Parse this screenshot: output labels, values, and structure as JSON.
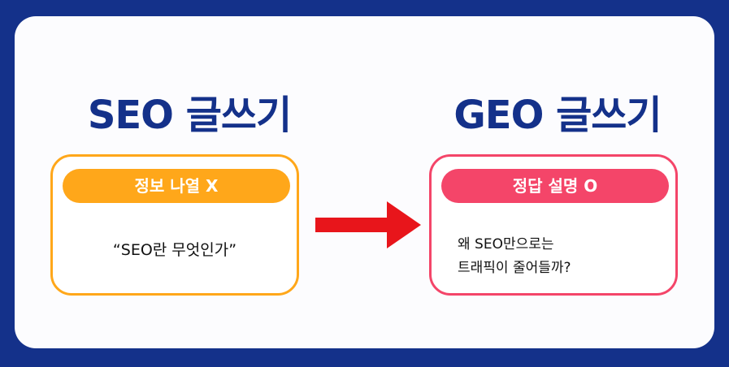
{
  "left": {
    "title": "SEO 글쓰기",
    "badge": "정보 나열 X",
    "text": "“SEO란 무엇인가”"
  },
  "right": {
    "title": "GEO 글쓰기",
    "badge": "정답 설명 O",
    "text_line1": "왜 SEO만으로는",
    "text_line2": "트래픽이 줄어들까?"
  },
  "colors": {
    "background": "#14318a",
    "left_accent": "#ffa71a",
    "right_accent": "#f44569",
    "arrow": "#e8151b"
  },
  "icons": {
    "arrow": "arrow-right-icon"
  }
}
